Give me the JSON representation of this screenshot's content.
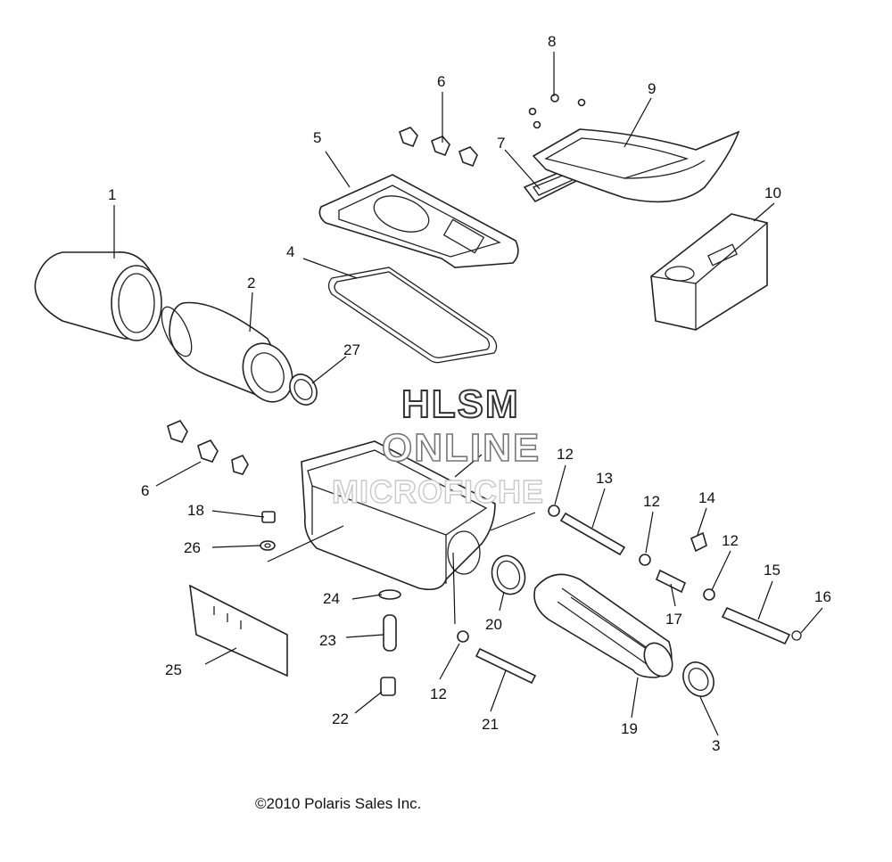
{
  "watermark": {
    "line1": "HLSM",
    "line2": "ONLINE",
    "line3": "MICROFICHE"
  },
  "copyright": "©2010 Polaris Sales Inc.",
  "callouts": [
    {
      "id": "c1",
      "text": "1"
    },
    {
      "id": "c2",
      "text": "2"
    },
    {
      "id": "c3",
      "text": "3"
    },
    {
      "id": "c4",
      "text": "4"
    },
    {
      "id": "c5",
      "text": "5"
    },
    {
      "id": "c6a",
      "text": "6"
    },
    {
      "id": "c6b",
      "text": "6"
    },
    {
      "id": "c7",
      "text": "7"
    },
    {
      "id": "c8",
      "text": "8"
    },
    {
      "id": "c9",
      "text": "9"
    },
    {
      "id": "c10",
      "text": "10"
    },
    {
      "id": "c12a",
      "text": "12"
    },
    {
      "id": "c12b",
      "text": "12"
    },
    {
      "id": "c12c",
      "text": "12"
    },
    {
      "id": "c12d",
      "text": "12"
    },
    {
      "id": "c13",
      "text": "13"
    },
    {
      "id": "c14",
      "text": "14"
    },
    {
      "id": "c15",
      "text": "15"
    },
    {
      "id": "c16",
      "text": "16"
    },
    {
      "id": "c17",
      "text": "17"
    },
    {
      "id": "c18",
      "text": "18"
    },
    {
      "id": "c19",
      "text": "19"
    },
    {
      "id": "c20",
      "text": "20"
    },
    {
      "id": "c21",
      "text": "21"
    },
    {
      "id": "c22",
      "text": "22"
    },
    {
      "id": "c23",
      "text": "23"
    },
    {
      "id": "c24",
      "text": "24"
    },
    {
      "id": "c25",
      "text": "25"
    },
    {
      "id": "c26",
      "text": "26"
    },
    {
      "id": "c27",
      "text": "27"
    }
  ]
}
